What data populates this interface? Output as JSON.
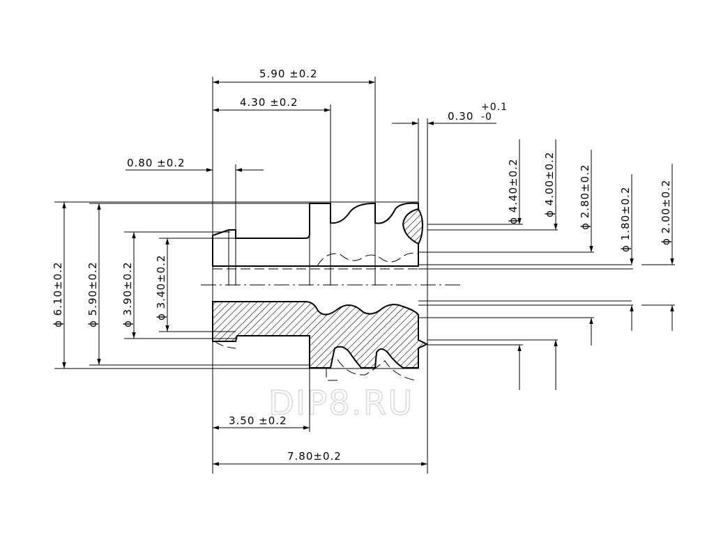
{
  "watermark": "DIP8.RU",
  "dimensions": {
    "len_590": "5.90 ±0.2",
    "len_430": "4.30 ±0.2",
    "len_080": "0.80 ±0.2",
    "len_030": "0.30",
    "tol_030_upper": "+0.1",
    "tol_030_lower": "-0",
    "len_350": "3.50 ±0.2",
    "len_780": "7.80±0.2",
    "dia_610": "ϕ 6.10±0.2",
    "dia_590": "ϕ 5.90±0.2",
    "dia_390": "ϕ 3.90±0.2",
    "dia_340": "ϕ 3.40±0.2",
    "dia_440": "ϕ 4.40±0.2",
    "dia_400": "ϕ 4.00±0.2",
    "dia_280": "ϕ 2.80±0.2",
    "dia_180": "ϕ 1.80±0.2",
    "dia_200": "ϕ 2.00±0.2"
  }
}
